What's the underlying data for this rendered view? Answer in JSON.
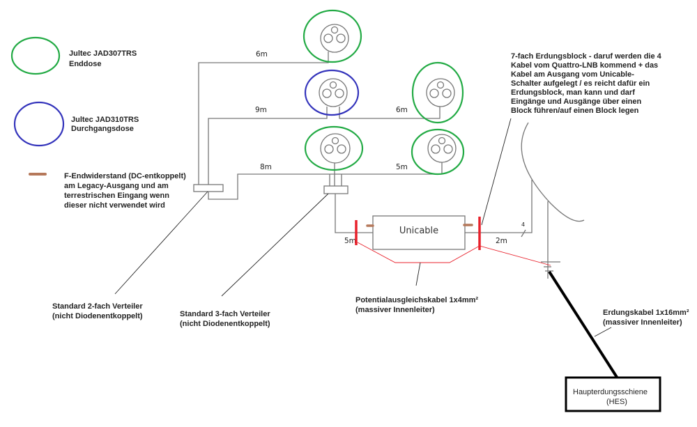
{
  "legend": {
    "enddose": {
      "line1": "Jultec JAD307TRS",
      "line2": "Enddose",
      "color": "#22aa44"
    },
    "durchgangsdose": {
      "line1": "Jultec JAD310TRS",
      "line2": "Durchgangsdose",
      "color": "#3333bb"
    },
    "terminator": {
      "lines": [
        "F-Endwiderstand (DC-entkoppelt)",
        "am Legacy-Ausgang  und am",
        "terrestrischen Eingang wenn",
        "dieser nicht verwendet wird"
      ],
      "color": "#b5785a"
    }
  },
  "cables": {
    "top": "6m",
    "middle_left": "9m",
    "middle_right": "6m",
    "lower_left": "8m",
    "lower_right": "5m",
    "to_unicable": "5m",
    "to_dish": "2m",
    "dish_count": "4"
  },
  "unicable": {
    "label": "Unicable"
  },
  "annotations": {
    "erdungsblock": [
      "7-fach Erdungsblock - daruf werden die 4",
      "Kabel vom Quattro-LNB kommend + das",
      "Kabel am Ausgang vom Unicable-",
      "Schalter aufgelegt / es reicht dafür ein",
      "Erdungsblock, man kann und darf",
      "Eingänge und Ausgänge über einen",
      "Block führen/auf einen Block legen"
    ],
    "verteiler2": [
      "Standard 2-fach Verteiler",
      "(nicht Diodenentkoppelt)"
    ],
    "verteiler3": [
      "Standard 3-fach Verteiler",
      "(nicht Diodenentkoppelt)"
    ],
    "potential": [
      "Potentialausgleichskabel 1x4mm²",
      "(massiver Innenleiter)"
    ],
    "erdungskabel": [
      "Erdungskabel 1x16mm²",
      "(massiver Innenleiter)"
    ]
  },
  "hes": {
    "line1": "Haupterdungsschiene",
    "line2": "(HES)"
  },
  "colors": {
    "ground_bar": "#e8212b",
    "potential_line": "#e8212b"
  }
}
